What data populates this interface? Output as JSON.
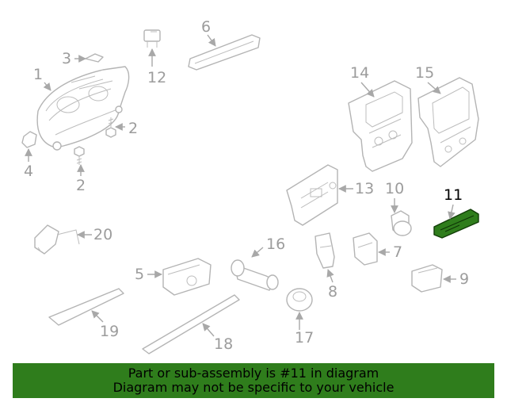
{
  "diagram": {
    "callouts": {
      "c1": "1",
      "c2a": "2",
      "c2b": "2",
      "c3": "3",
      "c4": "4",
      "c5": "5",
      "c6": "6",
      "c7": "7",
      "c8": "8",
      "c9": "9",
      "c10": "10",
      "c11": "11",
      "c12": "12",
      "c13": "13",
      "c14": "14",
      "c15": "15",
      "c16": "16",
      "c17": "17",
      "c18": "18",
      "c19": "19",
      "c20": "20"
    },
    "highlighted_part": "11",
    "colors": {
      "highlight": "#2f7d1c",
      "line": "#b4b4b4",
      "label": "#9c9c9c",
      "banner": "#2f7d1c"
    }
  },
  "banner": {
    "line1": "Part or sub-assembly is #11 in diagram",
    "line2": "Diagram may not be specific to your vehicle"
  }
}
